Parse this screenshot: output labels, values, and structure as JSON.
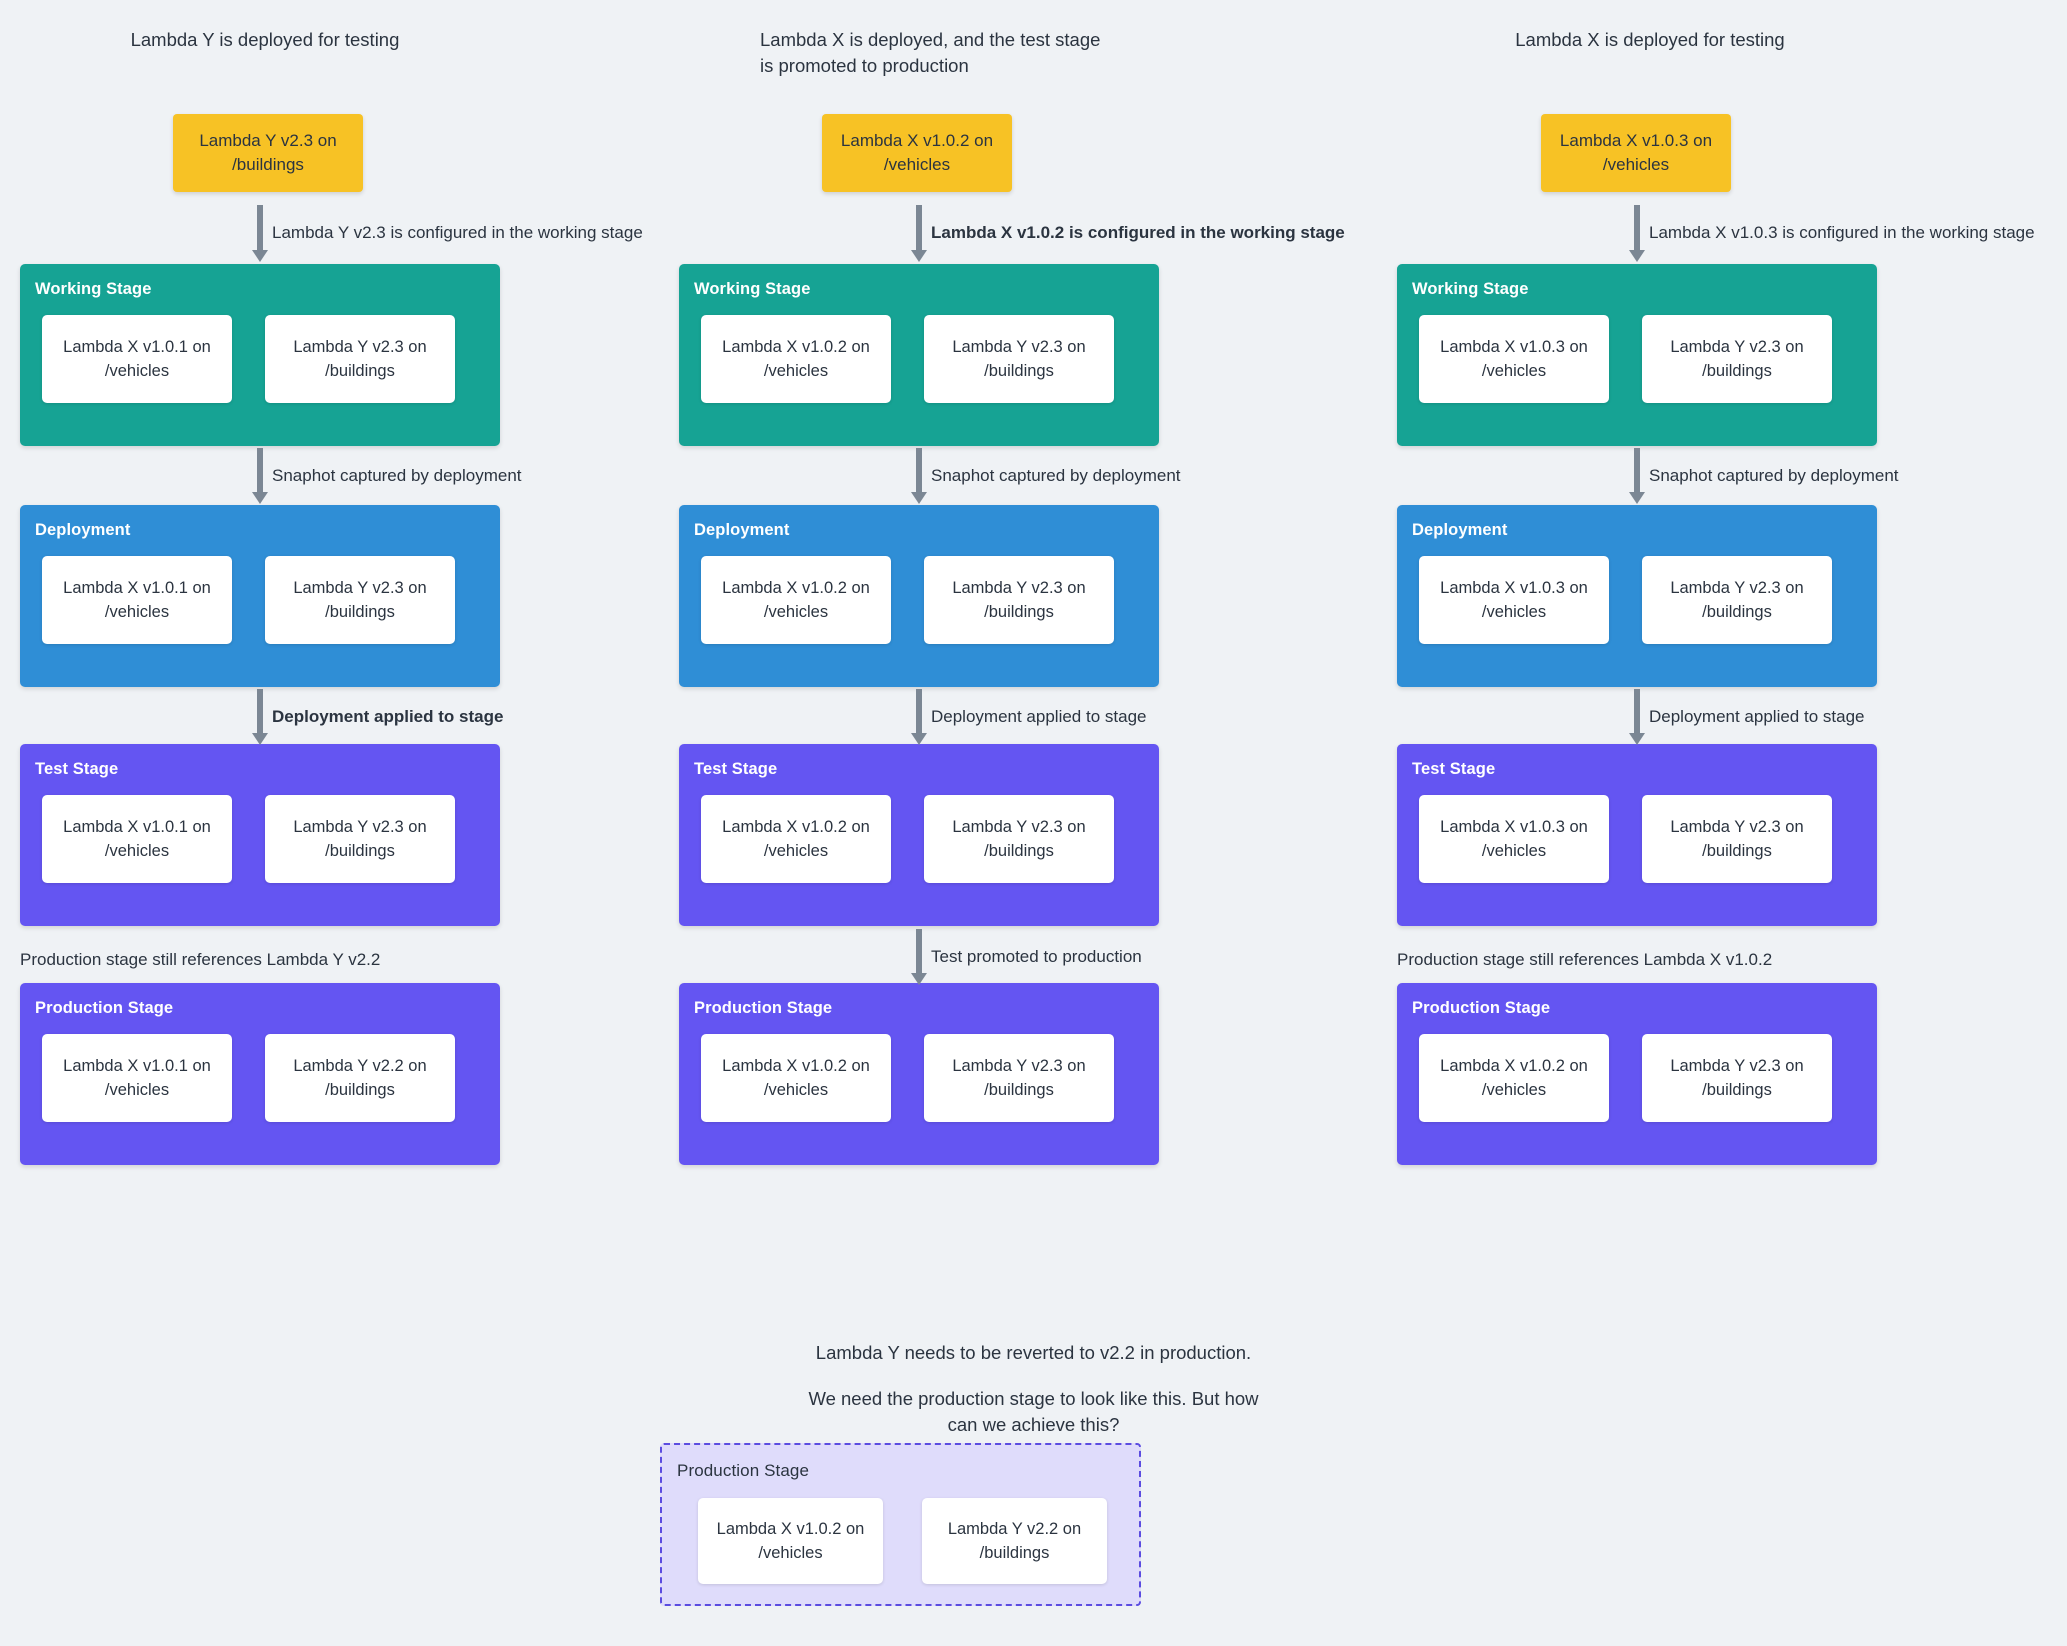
{
  "theme": {
    "background": "#eff2f5",
    "working_stage_color": "#16a394",
    "deployment_color": "#2f8ed6",
    "stage_purple": "#6455f2",
    "source_yellow": "#f7c225",
    "arrow_gray": "#7b8794",
    "text_color": "#2b3440",
    "dashed_fill": "#dfdcfb",
    "dashed_border": "#5b4ce0"
  },
  "columns": [
    {
      "title": "Lambda Y is deployed for testing",
      "source_box": "Lambda Y v2.3 on\n/buildings",
      "source_box_line1": "Lambda Y v2.3 on",
      "source_box_line2": "/buildings",
      "arrow1_label": "Lambda Y v2.3 is configured in the working stage",
      "arrow1_bold": false,
      "arrow2_label": "Snaphot captured by deployment",
      "arrow2_bold": false,
      "arrow3_label": "Deployment applied to stage",
      "arrow3_bold": true,
      "note_label": "Production stage still references Lambda Y v2.2",
      "has_promote_arrow": false,
      "promote_label": "",
      "stages": [
        {
          "name": "Working Stage",
          "kind": "working",
          "cards": [
            {
              "line1": "Lambda X v1.0.1 on",
              "line2": "/vehicles"
            },
            {
              "line1": "Lambda Y v2.3 on",
              "line2": "/buildings"
            }
          ]
        },
        {
          "name": "Deployment",
          "kind": "deployment",
          "cards": [
            {
              "line1": "Lambda X v1.0.1 on",
              "line2": "/vehicles"
            },
            {
              "line1": "Lambda Y v2.3 on",
              "line2": "/buildings"
            }
          ]
        },
        {
          "name": "Test Stage",
          "kind": "test",
          "cards": [
            {
              "line1": "Lambda X v1.0.1 on",
              "line2": "/vehicles"
            },
            {
              "line1": "Lambda Y v2.3 on",
              "line2": "/buildings"
            }
          ]
        },
        {
          "name": "Production Stage",
          "kind": "production",
          "cards": [
            {
              "line1": "Lambda X v1.0.1 on",
              "line2": "/vehicles"
            },
            {
              "line1": "Lambda Y v2.2 on",
              "line2": "/buildings"
            }
          ]
        }
      ]
    },
    {
      "title": "Lambda X is deployed, and the test stage\nis promoted to production",
      "title_line1": "Lambda X is deployed, and the test stage",
      "title_line2": "is promoted to production",
      "source_box_line1": "Lambda X v1.0.2 on",
      "source_box_line2": "/vehicles",
      "arrow1_label": "Lambda X v1.0.2 is configured in the working stage",
      "arrow1_bold": true,
      "arrow2_label": "Snaphot captured by deployment",
      "arrow2_bold": false,
      "arrow3_label": "Deployment applied to stage",
      "arrow3_bold": false,
      "note_label": "",
      "has_promote_arrow": true,
      "promote_label": "Test promoted to production",
      "stages": [
        {
          "name": "Working Stage",
          "kind": "working",
          "cards": [
            {
              "line1": "Lambda X v1.0.2 on",
              "line2": "/vehicles"
            },
            {
              "line1": "Lambda Y v2.3 on",
              "line2": "/buildings"
            }
          ]
        },
        {
          "name": "Deployment",
          "kind": "deployment",
          "cards": [
            {
              "line1": "Lambda X v1.0.2 on",
              "line2": "/vehicles"
            },
            {
              "line1": "Lambda Y v2.3 on",
              "line2": "/buildings"
            }
          ]
        },
        {
          "name": "Test Stage",
          "kind": "test",
          "cards": [
            {
              "line1": "Lambda X v1.0.2 on",
              "line2": "/vehicles"
            },
            {
              "line1": "Lambda Y v2.3 on",
              "line2": "/buildings"
            }
          ]
        },
        {
          "name": "Production Stage",
          "kind": "production",
          "cards": [
            {
              "line1": "Lambda X v1.0.2 on",
              "line2": "/vehicles"
            },
            {
              "line1": "Lambda Y v2.3 on",
              "line2": "/buildings"
            }
          ]
        }
      ]
    },
    {
      "title": "Lambda X is deployed for testing",
      "source_box_line1": "Lambda X v1.0.3 on",
      "source_box_line2": "/vehicles",
      "arrow1_label": "Lambda X v1.0.3 is configured in the working stage",
      "arrow1_bold": false,
      "arrow2_label": "Snaphot captured by deployment",
      "arrow2_bold": false,
      "arrow3_label": "Deployment applied to stage",
      "arrow3_bold": false,
      "note_label": "Production stage still references Lambda X v1.0.2",
      "has_promote_arrow": false,
      "promote_label": "",
      "stages": [
        {
          "name": "Working Stage",
          "kind": "working",
          "cards": [
            {
              "line1": "Lambda X v1.0.3 on",
              "line2": "/vehicles"
            },
            {
              "line1": "Lambda Y v2.3 on",
              "line2": "/buildings"
            }
          ]
        },
        {
          "name": "Deployment",
          "kind": "deployment",
          "cards": [
            {
              "line1": "Lambda X v1.0.3 on",
              "line2": "/vehicles"
            },
            {
              "line1": "Lambda Y v2.3 on",
              "line2": "/buildings"
            }
          ]
        },
        {
          "name": "Test Stage",
          "kind": "test",
          "cards": [
            {
              "line1": "Lambda X v1.0.3 on",
              "line2": "/vehicles"
            },
            {
              "line1": "Lambda Y v2.3 on",
              "line2": "/buildings"
            }
          ]
        },
        {
          "name": "Production Stage",
          "kind": "production",
          "cards": [
            {
              "line1": "Lambda X v1.0.2 on",
              "line2": "/vehicles"
            },
            {
              "line1": "Lambda Y v2.3 on",
              "line2": "/buildings"
            }
          ]
        }
      ]
    }
  ],
  "bottom": {
    "line1": "Lambda Y needs to be reverted to v2.2 in production.",
    "line2": "We need the production stage to look like this. But how can we achieve this?",
    "target_stage": {
      "name": "Production Stage",
      "cards": [
        {
          "line1": "Lambda X v1.0.2 on",
          "line2": "/vehicles"
        },
        {
          "line1": "Lambda Y v2.2 on",
          "line2": "/buildings"
        }
      ]
    }
  }
}
